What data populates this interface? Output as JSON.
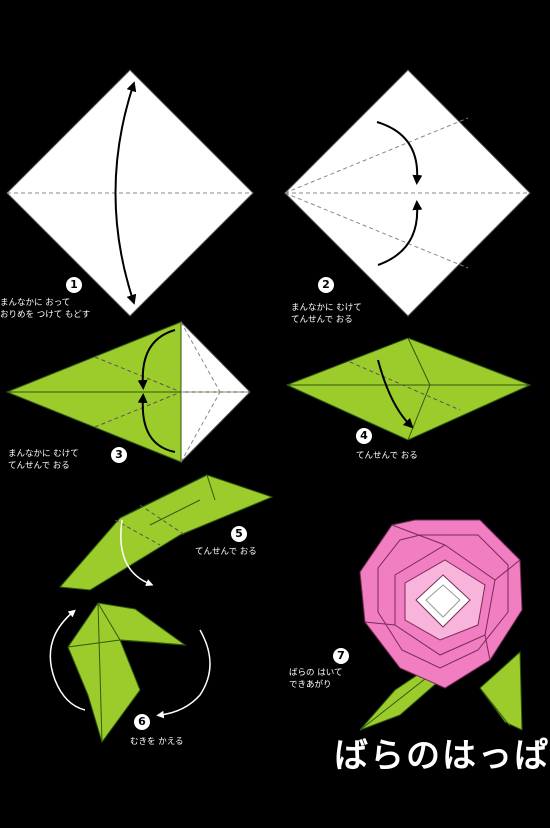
{
  "steps": [
    {
      "number": "1",
      "lines": [
        "まんなかに おって",
        "おりめを つけて もどす"
      ]
    },
    {
      "number": "2",
      "lines": [
        "まんなかに むけて",
        "てんせんで おる"
      ]
    },
    {
      "number": "3",
      "lines": [
        "まんなかに むけて",
        "てんせんで おる"
      ]
    },
    {
      "number": "4",
      "lines": [
        "てんせんで おる"
      ]
    },
    {
      "number": "5",
      "lines": [
        "てんせんで おる"
      ]
    },
    {
      "number": "6",
      "lines": [
        "むきを かえる"
      ]
    },
    {
      "number": "7",
      "lines": [
        "ばらの はいて",
        "できあがり"
      ]
    }
  ],
  "title": "ばらのはっぱ",
  "colors": {
    "background": "#000000",
    "paper": "#ffffff",
    "leaf": "#9ccc2c",
    "leaf_line": "#2f5a10",
    "rose": "#f07ec0",
    "rose_line": "#7a2a5a",
    "fold_line": "#888888"
  }
}
